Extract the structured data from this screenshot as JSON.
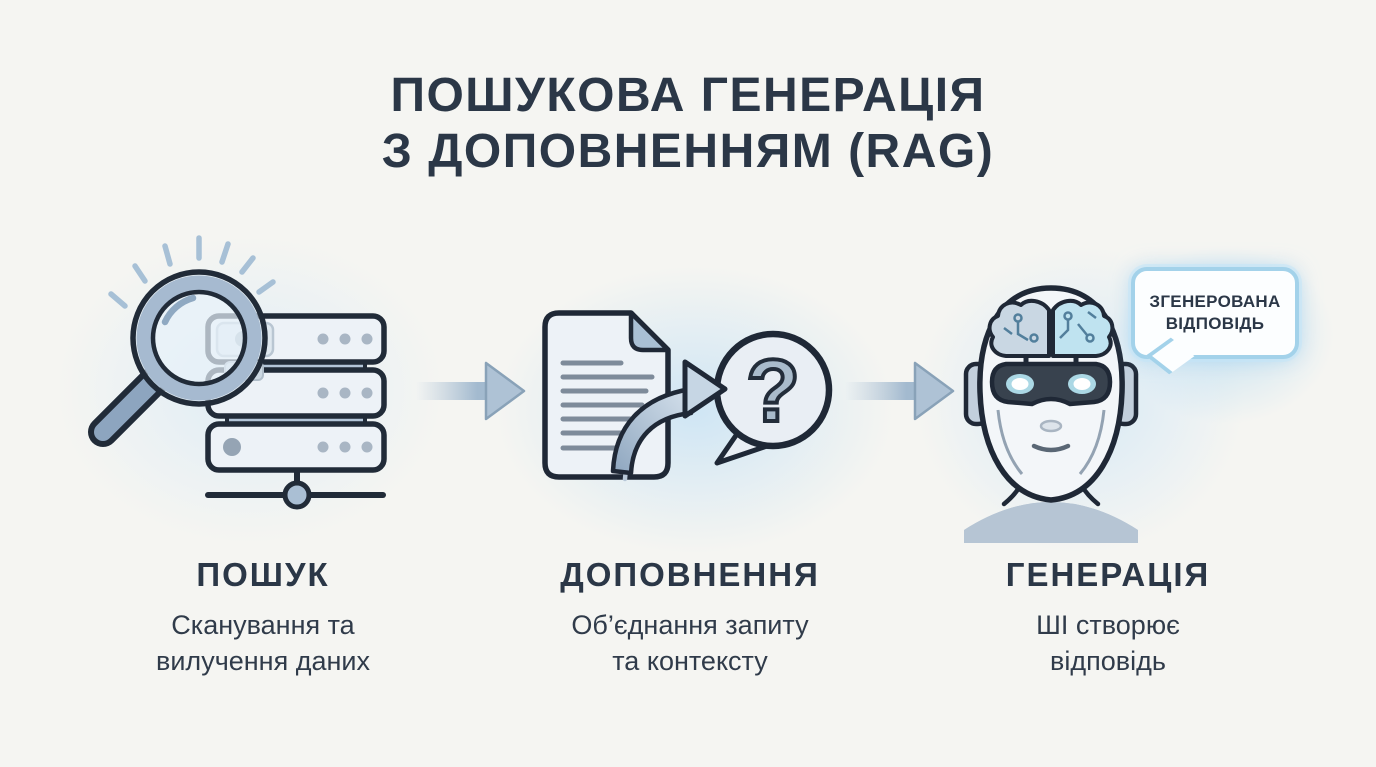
{
  "title": {
    "line1": "ПОШУКОВА ГЕНЕРАЦІЯ",
    "line2": "З ДОПОВНЕННЯМ (RAG)"
  },
  "stages": [
    {
      "heading": "ПОШУК",
      "caption": "Сканування та\nвилучення даних",
      "icon": "magnifier-server-icon"
    },
    {
      "heading": "ДОПОВНЕННЯ",
      "caption": "Об’єднання запиту\nта контексту",
      "icon": "document-question-icon"
    },
    {
      "heading": "ГЕНЕРАЦІЯ",
      "caption": "ШІ створює\nвідповідь",
      "icon": "ai-head-icon"
    }
  ],
  "speech_bubble": {
    "text": "ЗГЕНЕРОВАНА\nВІДПОВІДЬ"
  },
  "question_mark": "?",
  "colors": {
    "background": "#f5f5f2",
    "heading_text": "#2b3747",
    "caption_text": "#303b4a",
    "outline": "#212b38",
    "accent_blue": "#a6bad0",
    "flow_arrow": "#aec2d5",
    "bubble_border": "#a3d2ea",
    "brain_cyan": "#bfe3f0",
    "visor": "#38424e",
    "glow": "#bfe0f5"
  }
}
